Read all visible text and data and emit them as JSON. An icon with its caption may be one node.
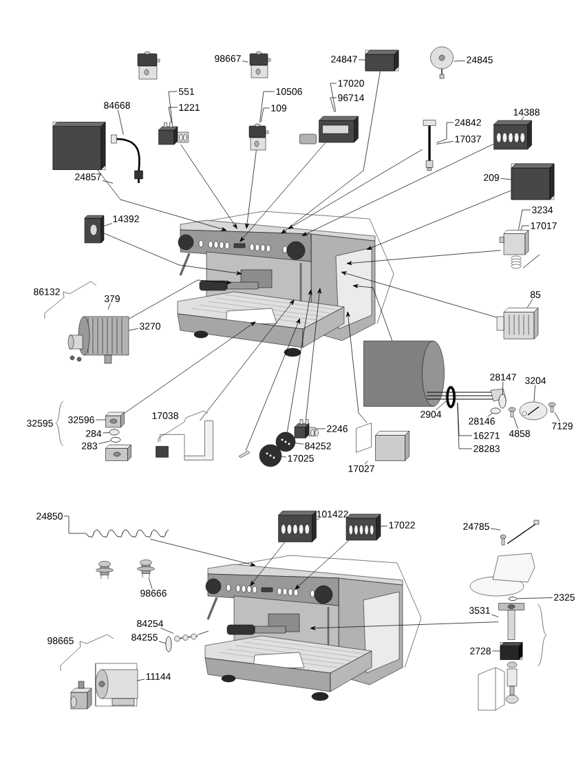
{
  "diagram": {
    "nodes": [
      {
        "text": [],
        "shape": "picture"
      },
      {
        "text": [],
        "shape": "picture"
      },
      {
        "text": [],
        "shape": "box"
      },
      {
        "text": [],
        "shape": "picture"
      },
      {
        "text": [],
        "shape": "picture"
      },
      {
        "text": [],
        "shape": "picture"
      },
      {
        "text": [],
        "shape": "picture"
      },
      {
        "text": [],
        "shape": "picture"
      },
      {
        "text": [],
        "shape": "picture"
      },
      {
        "text": [],
        "shape": "box"
      },
      {
        "text": [],
        "shape": "picture"
      },
      {
        "text": [],
        "shape": "box"
      },
      {
        "text": [],
        "shape": "picture"
      },
      {
        "text": [],
        "shape": "picture"
      },
      {
        "text": [],
        "shape": "picture"
      },
      {
        "text": [],
        "shape": "picture"
      },
      {
        "text": [],
        "shape": "picture"
      },
      {
        "text": [],
        "shape": "circle"
      },
      {
        "text": [],
        "shape": "picture"
      },
      {
        "text": [],
        "shape": "circle"
      },
      {
        "text": [],
        "shape": "circle"
      },
      {
        "text": [],
        "shape": "picture"
      },
      {
        "text": [],
        "shape": "picture"
      },
      {
        "text": [],
        "shape": "picture"
      },
      {
        "text": [],
        "shape": "picture"
      },
      {
        "text": [],
        "shape": "circle"
      },
      {
        "text": [],
        "shape": "picture"
      },
      {
        "text": [],
        "shape": "picture"
      },
      {
        "text": [],
        "shape": "picture"
      },
      {
        "text": [],
        "shape": "picture"
      },
      {
        "text": [],
        "shape": "picture"
      },
      {
        "text": [],
        "shape": "picture"
      },
      {
        "text": [],
        "shape": "picture"
      },
      {
        "text": [],
        "shape": "picture"
      },
      {
        "text": [],
        "shape": "picture"
      },
      {
        "text": [],
        "shape": "picture"
      },
      {
        "text": [],
        "shape": "picture"
      },
      {
        "text": [],
        "shape": "picture"
      },
      {
        "text": [],
        "shape": "circle"
      },
      {
        "text": [],
        "shape": "picture"
      },
      {
        "text": [],
        "shape": "cylinder"
      },
      {
        "text": [],
        "shape": "picture"
      },
      {
        "text": [],
        "shape": "picture"
      },
      {
        "text": [],
        "shape": "picture"
      },
      {
        "text": [],
        "shape": "picture"
      },
      {
        "text": [],
        "shape": "picture"
      },
      {
        "text": [],
        "shape": "picture"
      },
      {
        "text": [],
        "shape": "box"
      },
      {
        "text": [],
        "shape": "picture"
      },
      {
        "text": [],
        "shape": "picture"
      },
      {
        "text": [
          "98667"
        ]
      },
      {
        "text": [
          "551"
        ]
      },
      {
        "text": [
          "1221"
        ]
      },
      {
        "text": [
          "84668"
        ]
      },
      {
        "text": [
          "10506"
        ]
      },
      {
        "text": [
          "109"
        ]
      },
      {
        "text": [
          "24847"
        ]
      },
      {
        "text": [
          "17020"
        ]
      },
      {
        "text": [
          "96714"
        ]
      },
      {
        "text": [
          "24845"
        ]
      },
      {
        "text": [
          "24842"
        ]
      },
      {
        "text": [
          "17037"
        ]
      },
      {
        "text": [
          "14388"
        ]
      },
      {
        "text": [
          "24857"
        ]
      },
      {
        "text": [
          "209"
        ]
      },
      {
        "text": [
          "14392"
        ]
      },
      {
        "text": [
          "3234"
        ]
      },
      {
        "text": [
          "17017"
        ]
      },
      {
        "text": [
          "379"
        ]
      },
      {
        "text": [
          "3270"
        ]
      },
      {
        "text": [
          "85"
        ]
      },
      {
        "text": [
          "28147"
        ]
      },
      {
        "text": [
          "3204"
        ]
      },
      {
        "text": [
          "2904"
        ]
      },
      {
        "text": [
          "28146"
        ]
      },
      {
        "text": [
          "4858"
        ]
      },
      {
        "text": [
          "7129"
        ]
      },
      {
        "text": [
          "16271"
        ]
      },
      {
        "text": [
          "28283"
        ]
      },
      {
        "text": [
          "32596"
        ]
      },
      {
        "text": [
          "284"
        ]
      },
      {
        "text": [
          "283"
        ]
      },
      {
        "text": [
          "84252"
        ]
      },
      {
        "text": [
          "17025"
        ]
      },
      {
        "text": [
          "2246"
        ]
      },
      {
        "text": [
          "17027"
        ]
      },
      {
        "text": [
          "24850"
        ]
      },
      {
        "text": [
          "98666"
        ]
      },
      {
        "text": [
          "84254"
        ]
      },
      {
        "text": [
          "84255"
        ]
      },
      {
        "text": [
          "11144"
        ]
      },
      {
        "text": [
          "101422"
        ]
      },
      {
        "text": [
          "17022"
        ]
      },
      {
        "text": [
          "24785"
        ]
      },
      {
        "text": [
          "2325"
        ]
      },
      {
        "text": [
          "3531"
        ]
      },
      {
        "text": [
          "2728"
        ]
      },
      {
        "text": [],
        "shape": "picture"
      },
      {
        "text": [],
        "shape": "picture"
      }
    ],
    "edges": [
      {
        "from": 50,
        "to": 1,
        "arrow": "none"
      },
      {
        "from": 51,
        "to": 4,
        "arrow": "none"
      },
      {
        "from": 52,
        "to": 4,
        "arrow": "none"
      },
      {
        "from": 53,
        "to": 10,
        "arrow": "none"
      },
      {
        "from": 54,
        "to": 5,
        "arrow": "none"
      },
      {
        "from": 55,
        "to": 5,
        "arrow": "none"
      },
      {
        "from": 56,
        "to": 2,
        "arrow": "none"
      },
      {
        "from": 57,
        "to": 6,
        "arrow": "none"
      },
      {
        "from": 58,
        "to": 6,
        "arrow": "none"
      },
      {
        "from": 59,
        "to": 3,
        "arrow": "none"
      },
      {
        "from": 60,
        "to": 7,
        "arrow": "none"
      },
      {
        "from": 61,
        "to": 7,
        "arrow": "none"
      },
      {
        "from": 62,
        "to": 8,
        "arrow": "none"
      },
      {
        "from": 63,
        "to": 10,
        "arrow": "none"
      },
      {
        "from": 64,
        "to": 11,
        "arrow": "none"
      },
      {
        "from": 65,
        "to": 13,
        "arrow": "none"
      },
      {
        "from": 66,
        "to": 12,
        "arrow": "none"
      },
      {
        "from": 67,
        "to": 12,
        "arrow": "none"
      },
      {
        "from": 68,
        "to": 14,
        "arrow": "none"
      },
      {
        "from": 69,
        "to": 14,
        "arrow": "none"
      },
      {
        "from": 70,
        "to": 15,
        "arrow": "none"
      },
      {
        "from": 71,
        "to": 19,
        "arrow": "none"
      },
      {
        "from": 72,
        "to": 22,
        "arrow": "none"
      },
      {
        "from": 73,
        "to": 17,
        "arrow": "none"
      },
      {
        "from": 74,
        "to": 20,
        "arrow": "none"
      },
      {
        "from": 75,
        "to": 21,
        "arrow": "none"
      },
      {
        "from": 76,
        "to": 23,
        "arrow": "none"
      },
      {
        "from": 77,
        "to": 18,
        "arrow": "none"
      },
      {
        "from": 78,
        "to": 18,
        "arrow": "none"
      },
      {
        "from": 79,
        "to": 24,
        "arrow": "none"
      },
      {
        "from": 80,
        "to": 25,
        "arrow": "none"
      },
      {
        "from": 81,
        "to": 26,
        "arrow": "none"
      },
      {
        "from": 82,
        "to": 30,
        "arrow": "none"
      },
      {
        "from": 83,
        "to": 31,
        "arrow": "none"
      },
      {
        "from": 84,
        "to": 32,
        "arrow": "none"
      },
      {
        "from": 85,
        "to": 33,
        "arrow": "none"
      },
      {
        "from": 86,
        "to": 34,
        "arrow": "none"
      },
      {
        "from": 87,
        "to": 36,
        "arrow": "none"
      },
      {
        "from": 88,
        "to": 37,
        "arrow": "none"
      },
      {
        "from": 89,
        "to": 38,
        "arrow": "none"
      },
      {
        "from": 90,
        "to": 40,
        "arrow": "none"
      },
      {
        "from": 91,
        "to": 41,
        "arrow": "none"
      },
      {
        "from": 92,
        "to": 42,
        "arrow": "none"
      },
      {
        "from": 93,
        "to": 43,
        "arrow": "none"
      },
      {
        "from": 94,
        "to": 45,
        "arrow": "none"
      },
      {
        "from": 95,
        "to": 46,
        "arrow": "none"
      },
      {
        "from": 96,
        "to": 47,
        "arrow": "none"
      },
      {
        "from": 9,
        "to": 97,
        "arrow": "to"
      },
      {
        "from": 4,
        "to": 97,
        "arrow": "to"
      },
      {
        "from": 5,
        "to": 97,
        "arrow": "to"
      },
      {
        "from": 6,
        "to": 97,
        "arrow": "to"
      },
      {
        "from": 2,
        "to": 97,
        "arrow": "to"
      },
      {
        "from": 7,
        "to": 97,
        "arrow": "to"
      },
      {
        "from": 8,
        "to": 97,
        "arrow": "to"
      },
      {
        "from": 11,
        "to": 97,
        "arrow": "to"
      },
      {
        "from": 12,
        "to": 97,
        "arrow": "to"
      },
      {
        "from": 15,
        "to": 97,
        "arrow": "to"
      },
      {
        "from": 16,
        "to": 97,
        "arrow": "to"
      },
      {
        "from": 33,
        "to": 97,
        "arrow": "to"
      },
      {
        "from": 32,
        "to": 97,
        "arrow": "to"
      },
      {
        "from": 30,
        "to": 97,
        "arrow": "to"
      },
      {
        "from": 29,
        "to": 97,
        "arrow": "to"
      },
      {
        "from": 28,
        "to": 97,
        "arrow": "to"
      },
      {
        "from": 24,
        "to": 97,
        "arrow": "to"
      },
      {
        "from": 13,
        "to": 97,
        "arrow": "to"
      },
      {
        "from": 14,
        "to": 97,
        "arrow": "to"
      },
      {
        "from": 34,
        "to": 98,
        "arrow": "to"
      },
      {
        "from": 41,
        "to": 98,
        "arrow": "to"
      },
      {
        "from": 42,
        "to": 98,
        "arrow": "to"
      },
      {
        "from": 37,
        "to": 98,
        "arrow": "none"
      },
      {
        "from": 46,
        "to": 98,
        "arrow": "to"
      }
    ],
    "labels": [
      "86132",
      "32595",
      "17038",
      "98665"
    ]
  }
}
